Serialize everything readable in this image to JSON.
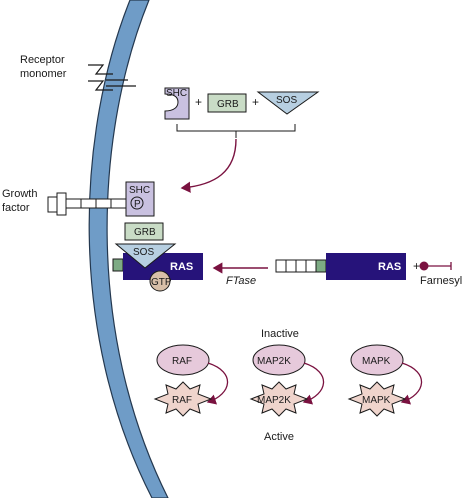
{
  "labels": {
    "receptor_line1": "Receptor",
    "receptor_line2": "monomer",
    "growth_line1": "Growth",
    "growth_line2": "factor",
    "farnesyl": "Farnesyl",
    "ftase": "FTase",
    "inactive": "Inactive",
    "active": "Active",
    "phospho": "P",
    "plus": "+"
  },
  "proteins": {
    "shc": "SHC",
    "grb": "GRB",
    "sos": "SOS",
    "ras": "RAS",
    "gtp": "GTP",
    "raf": "RAF",
    "map2k": "MAP2K",
    "mapk": "MAPK"
  },
  "colors": {
    "membrane": "#6f9cc7",
    "membrane_edge": "#24384f",
    "shc_fill": "#c9c1e0",
    "grb_fill": "#c9dcc6",
    "sos_fill": "#b7cfe1",
    "ras_fill": "#26137a",
    "arrow": "#7a1240",
    "kinase_fill": "#e6c9db",
    "gtp_fill": "#d8bfa8"
  }
}
